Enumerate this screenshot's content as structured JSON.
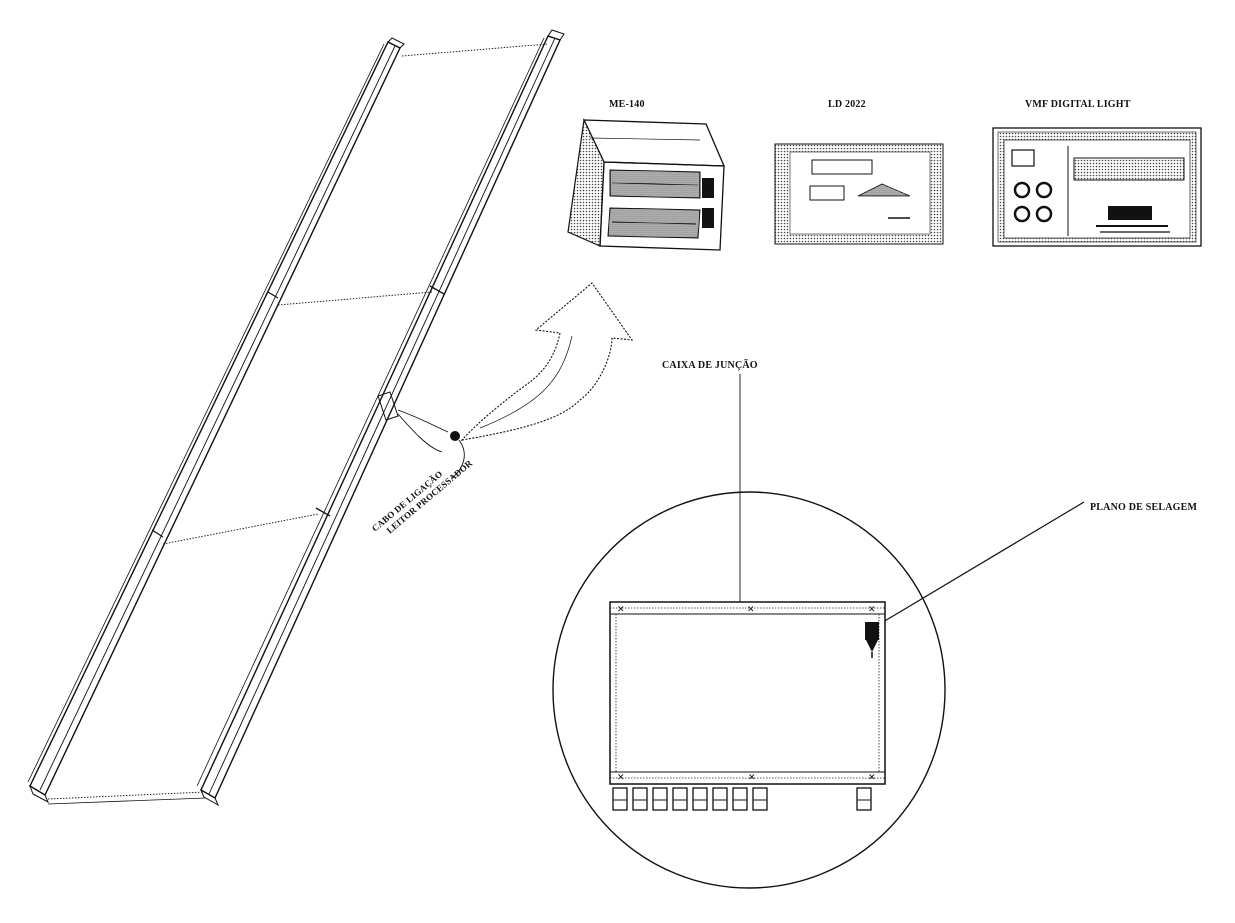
{
  "labels": {
    "module_a": "ME-140",
    "module_b": "LD 2022",
    "module_c": "VMF DIGITAL LIGHT",
    "junction_box": "CAIXA DE JUNÇÃO",
    "seal_plane": "PLANO DE SELAGEM",
    "cable_label_1": "CABO DE LIGAÇÃO",
    "cable_label_2": "LEITOR PROCESSADOR"
  },
  "icons": [
    "platform-scale-icon",
    "arrow-curved-icon",
    "sealing-plug-icon",
    "terminal-icon"
  ]
}
